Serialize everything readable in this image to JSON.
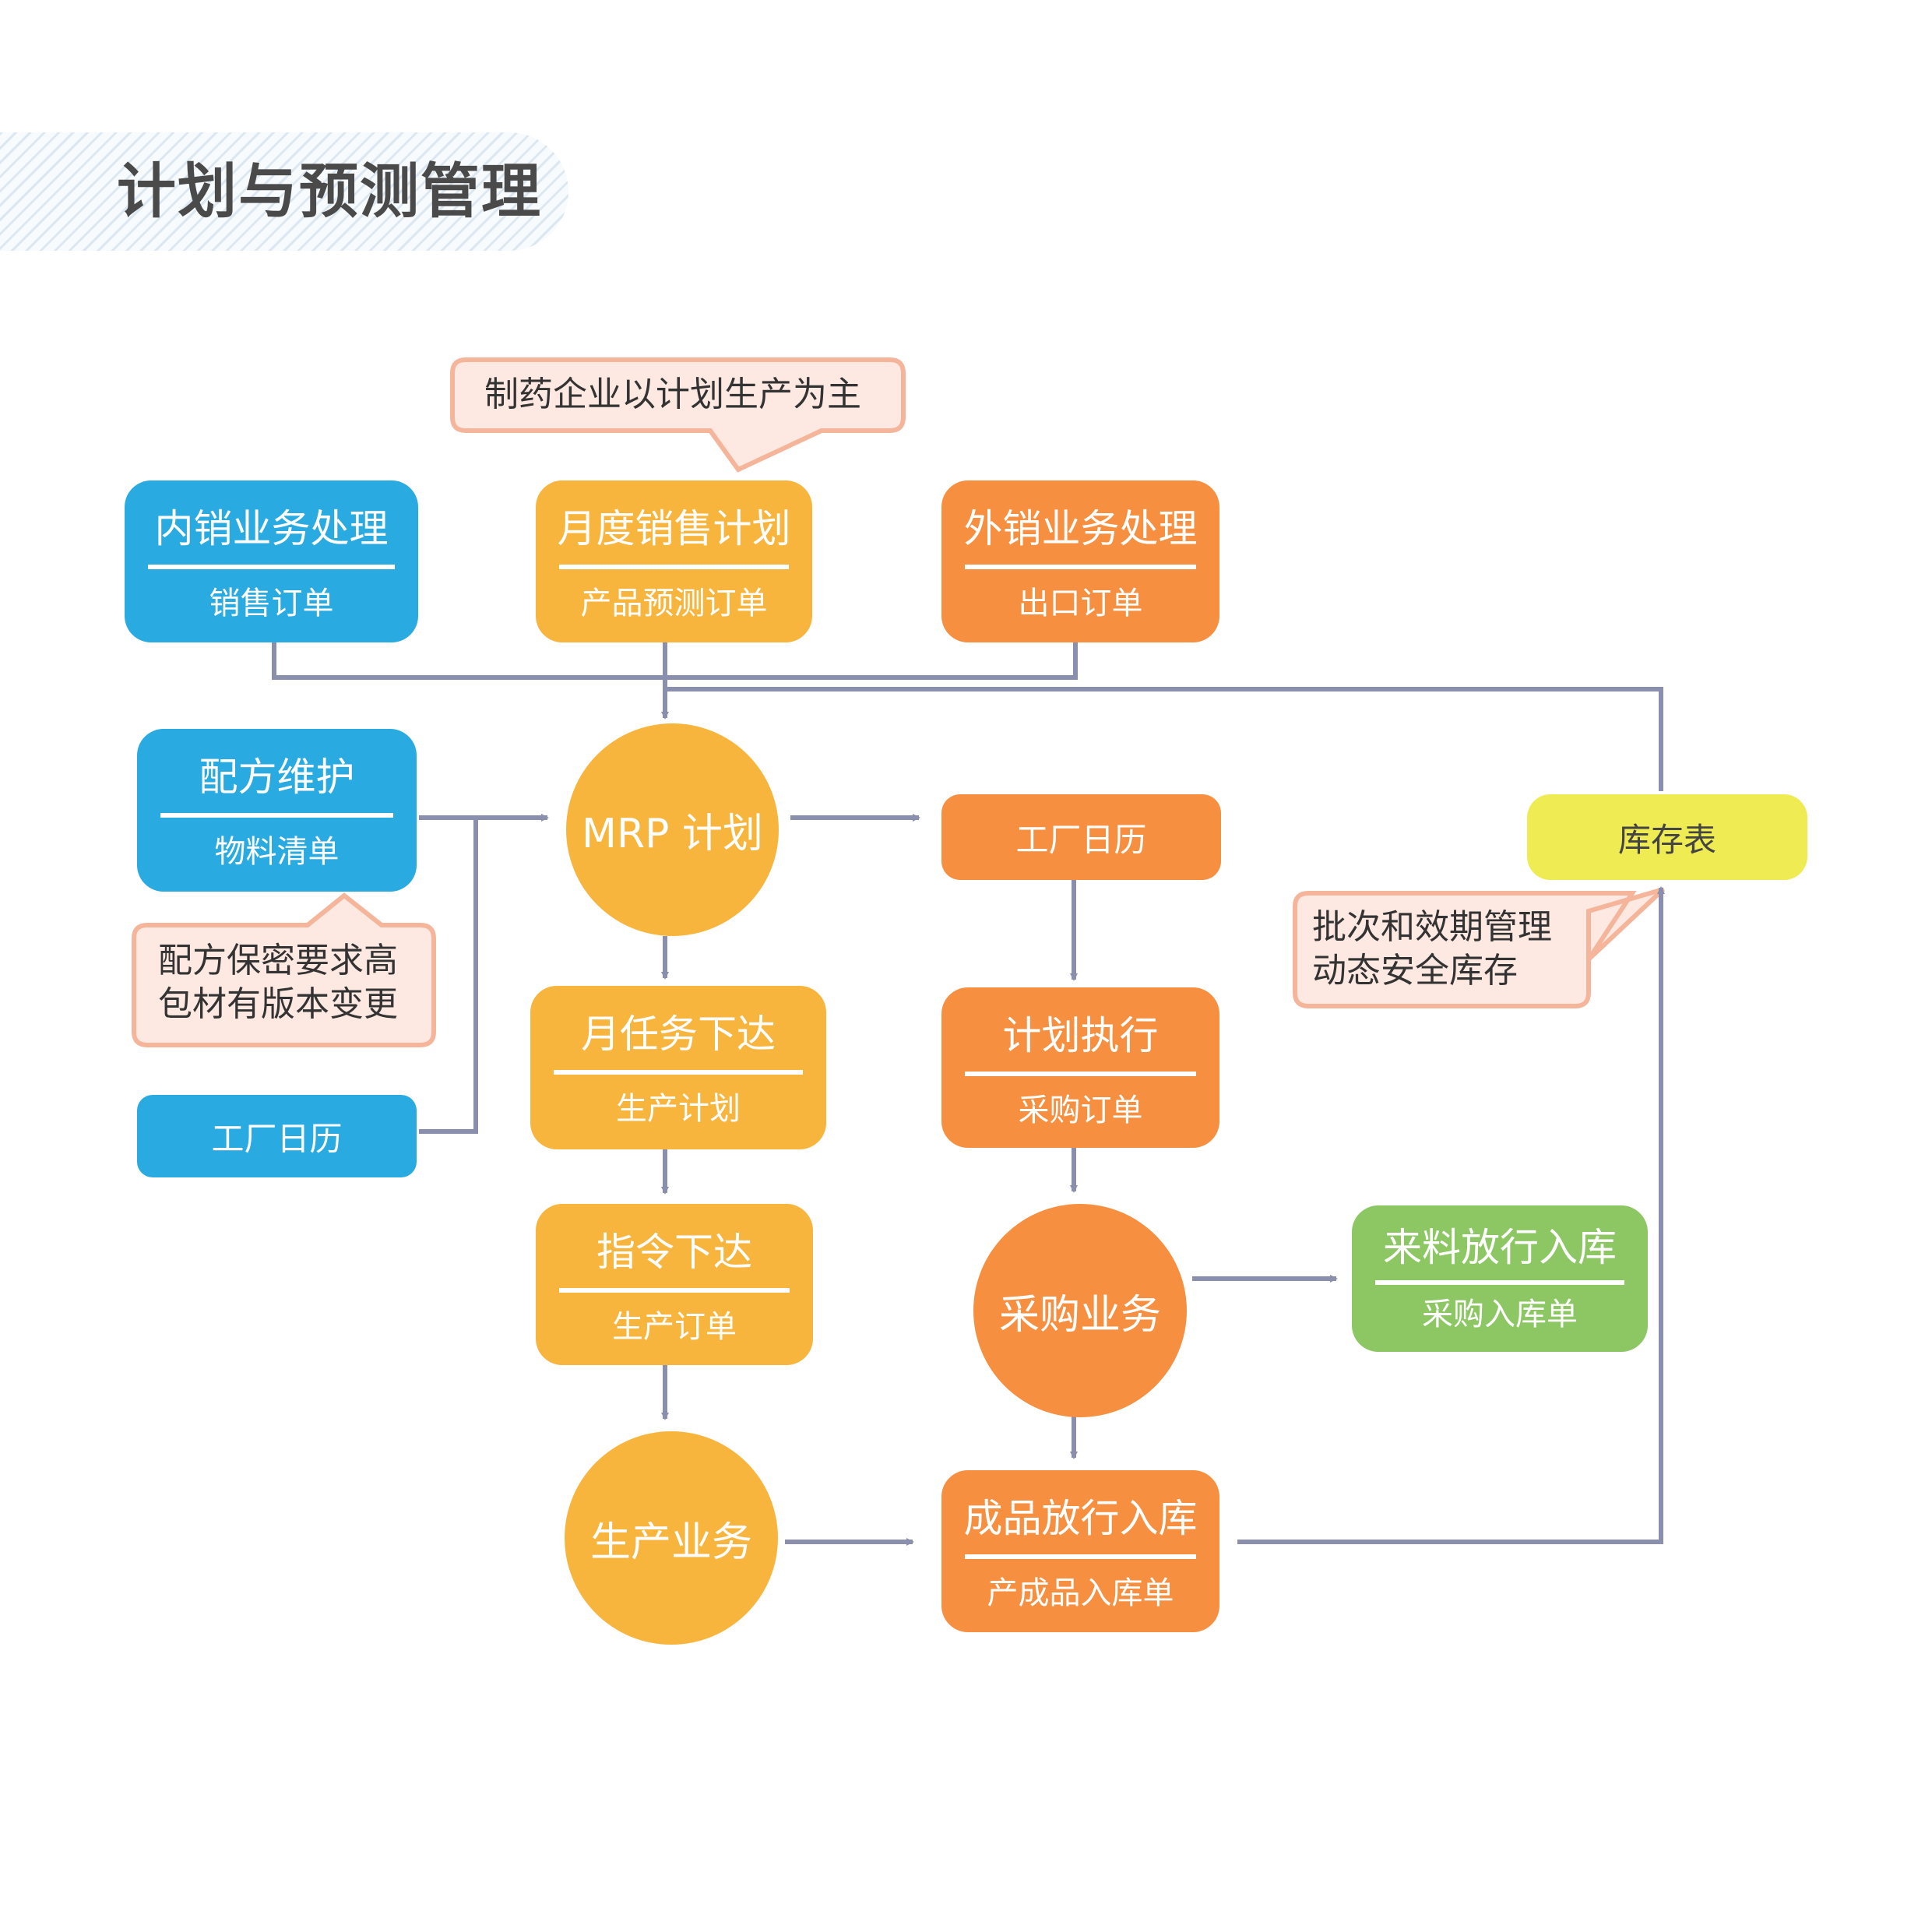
{
  "header": {
    "title": "计划与预测管理"
  },
  "callouts": {
    "top": "制药企业以计划生产为主",
    "formula": [
      "配方保密要求高",
      "包材有版本变更"
    ],
    "batch": [
      "批次和效期管理",
      "动态安全库存"
    ]
  },
  "nodes": {
    "domestic_sales": {
      "title": "内销业务处理",
      "sub": "销售订单"
    },
    "monthly_sales_plan": {
      "title": "月度销售计划",
      "sub": "产品预测订单"
    },
    "export_sales": {
      "title": "外销业务处理",
      "sub": "出口订单"
    },
    "formula_maintenance": {
      "title": "配方维护",
      "sub": "物料清单"
    },
    "factory_calendar_left": {
      "label": "工厂日历"
    },
    "mrp_plan": {
      "label": "MRP 计划"
    },
    "factory_calendar_right": {
      "label": "工厂日历"
    },
    "inventory_table": {
      "label": "库存表"
    },
    "monthly_task": {
      "title": "月任务下达",
      "sub": "生产计划"
    },
    "plan_execution": {
      "title": "计划执行",
      "sub": "采购订单"
    },
    "instruction": {
      "title": "指令下达",
      "sub": "生产订单"
    },
    "purchasing": {
      "label": "采购业务"
    },
    "incoming_release": {
      "title": "来料放行入库",
      "sub": "采购入库单"
    },
    "production": {
      "label": "生产业务"
    },
    "finished_release": {
      "title": "成品放行入库",
      "sub": "产成品入库单"
    }
  },
  "colors": {
    "blue": "#29aae1",
    "yellow": "#f8b53d",
    "orange": "#f68f3f",
    "green": "#8cc763",
    "lime": "#efec53",
    "connector": "#8b8fae",
    "callout_fill": "#fde9e1",
    "callout_border": "#f5b59a"
  }
}
